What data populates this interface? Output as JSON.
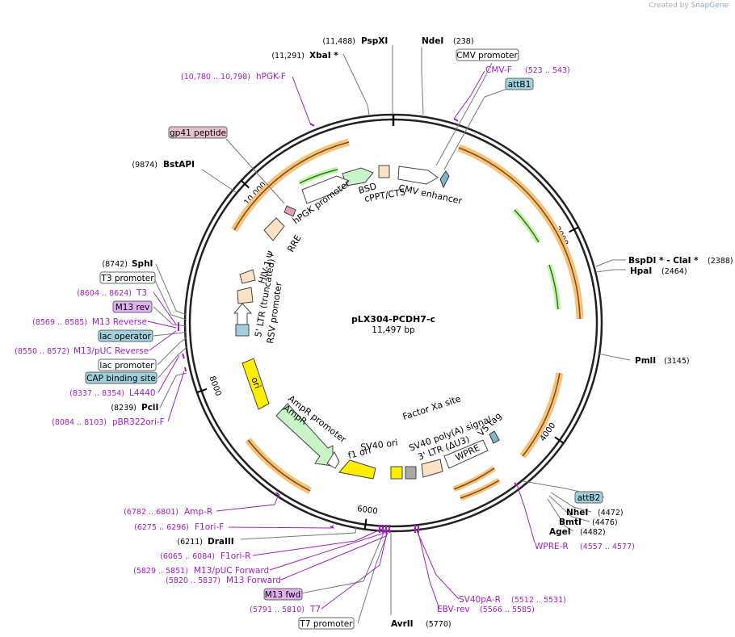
{
  "credit": {
    "prefix": "Created by",
    "brand": "SnapGene"
  },
  "plasmid": {
    "name": "pLX304-PCDH7-c",
    "size": "11,497 bp",
    "length": 11497
  },
  "ticks": [
    {
      "label": "2000",
      "pos": 2000
    },
    {
      "label": "4000",
      "pos": 4000
    },
    {
      "label": "6000",
      "pos": 6000
    },
    {
      "label": "8000",
      "pos": 8000
    },
    {
      "label": "10,000",
      "pos": 10000
    }
  ],
  "enzymes": [
    {
      "name": "PspXI",
      "coord": "(11,488)",
      "pos": 11488
    },
    {
      "name": "NdeI",
      "coord": "(238)",
      "pos": 238
    },
    {
      "name": "XbaI *",
      "coord": "(11,291)",
      "pos": 11291
    },
    {
      "name": "BstAPI",
      "coord": "(9874)",
      "pos": 9874
    },
    {
      "name": "BspDI * - ClaI *",
      "coord": "(2388)",
      "pos": 2388
    },
    {
      "name": "HpaI",
      "coord": "(2464)",
      "pos": 2464
    },
    {
      "name": "PmlI",
      "coord": "(3145)",
      "pos": 3145
    },
    {
      "name": "SphI",
      "coord": "(8742)",
      "pos": 8742
    },
    {
      "name": "PciI",
      "coord": "(8239)",
      "pos": 8239
    },
    {
      "name": "NheI",
      "coord": "(4472)",
      "pos": 4472
    },
    {
      "name": "BmtI",
      "coord": "(4476)",
      "pos": 4476
    },
    {
      "name": "AgeI",
      "coord": "(4482)",
      "pos": 4482
    },
    {
      "name": "DraIII",
      "coord": "(6211)",
      "pos": 6211
    },
    {
      "name": "AvrII",
      "coord": "(5770)",
      "pos": 5770
    }
  ],
  "primers": [
    {
      "name": "hPGK-F",
      "coord": "(10,780 .. 10,798)",
      "pos": 10789
    },
    {
      "name": "CMV-F",
      "coord": "(523 .. 543)",
      "pos": 533
    },
    {
      "name": "T3",
      "coord": "(8604 .. 8624)",
      "pos": 8614
    },
    {
      "name": "M13 Reverse",
      "coord": "(8569 .. 8585)",
      "pos": 8577
    },
    {
      "name": "M13/pUC Reverse",
      "coord": "(8550 .. 8572)",
      "pos": 8561
    },
    {
      "name": "L4440",
      "coord": "(8337 .. 8354)",
      "pos": 8345
    },
    {
      "name": "pBR322ori-F",
      "coord": "(8084 .. 8103)",
      "pos": 8093
    },
    {
      "name": "WPRE-R",
      "coord": "(4557 .. 4577)",
      "pos": 4567
    },
    {
      "name": "Amp-R",
      "coord": "(6782 .. 6801)",
      "pos": 6791
    },
    {
      "name": "F1ori-F",
      "coord": "(6275 .. 6296)",
      "pos": 6285
    },
    {
      "name": "F1ori-R",
      "coord": "(6065 .. 6084)",
      "pos": 6074
    },
    {
      "name": "M13/pUC Forward",
      "coord": "(5829 .. 5851)",
      "pos": 5840
    },
    {
      "name": "M13 Forward",
      "coord": "(5820 .. 5837)",
      "pos": 5828
    },
    {
      "name": "T7",
      "coord": "(5791 .. 5810)",
      "pos": 5800
    },
    {
      "name": "SV40pA-R",
      "coord": "(5512 .. 5531)",
      "pos": 5521
    },
    {
      "name": "EBV-rev",
      "coord": "(5566 .. 5585)",
      "pos": 5575
    }
  ],
  "boxed_features": [
    {
      "name": "CMV promoter",
      "color": "#ffffff"
    },
    {
      "name": "attB1",
      "color": "#9fd0dc"
    },
    {
      "name": "gp41 peptide",
      "color": "#e8c0cc"
    },
    {
      "name": "T3 promoter",
      "color": "#ffffff"
    },
    {
      "name": "M13 rev",
      "color": "#e0b0f0"
    },
    {
      "name": "lac operator",
      "color": "#9fd0dc"
    },
    {
      "name": "lac promoter",
      "color": "#ffffff"
    },
    {
      "name": "CAP binding site",
      "color": "#9fd0dc"
    },
    {
      "name": "attB2",
      "color": "#9fd0dc"
    },
    {
      "name": "M13 fwd",
      "color": "#e0b0f0"
    },
    {
      "name": "T7 promoter",
      "color": "#ffffff"
    }
  ],
  "inner_labels": [
    "BSD",
    "cPPT/CTS",
    "CMV enhancer",
    "hPGK promoter",
    "RRE",
    "HIV-1 Ψ",
    "5' LTR (truncated)",
    "RSV promoter",
    "ori",
    "AmpR promoter",
    "AmpR",
    "f1 ori",
    "SV40 ori",
    "Factor Xa site",
    "SV40 poly(A) signal",
    "3' LTR (ΔU3)",
    "WPRE",
    "V5 tag"
  ],
  "colors": {
    "backbone": "#222222",
    "orf_orange": "#f6c27a",
    "orf_green": "#c8f0b0",
    "primer": "#a020c0",
    "ori_yellow": "#ffee00",
    "ampr_green": "#c8f5c8",
    "box_blue": "#9fd0dc",
    "box_pink": "#e8c0cc",
    "box_violet": "#e0b0f0"
  }
}
